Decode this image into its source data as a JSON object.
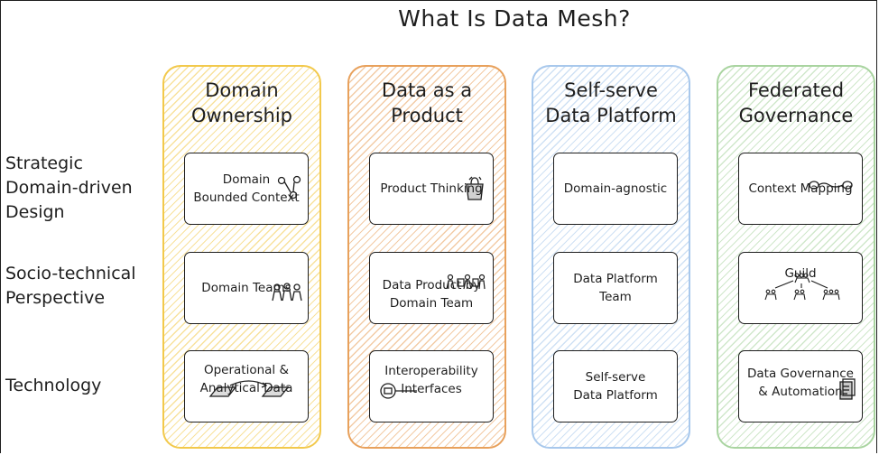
{
  "title": "What Is Data Mesh?",
  "rows": [
    {
      "label": "Strategic\nDomain-driven\nDesign"
    },
    {
      "label": "Socio-technical\nPerspective"
    },
    {
      "label": "Technology"
    }
  ],
  "columns": [
    {
      "title": "Domain\nOwnership",
      "color": "#f2c94c",
      "cards": [
        "Domain\nBounded Context",
        "Domain Teams",
        "Operational &\nAnalytical Data"
      ],
      "icons": [
        "graph-nodes-icon",
        "people-group-icon",
        "data-transfer-icon"
      ]
    },
    {
      "title": "Data as a\nProduct",
      "color": "#e8a15c",
      "cards": [
        "Product Thinking",
        "Data Product by\nDomain Team",
        "Interoperability\nInterfaces"
      ],
      "icons": [
        "shopping-bag-icon",
        "team-with-products-icon",
        "interface-plug-icon"
      ]
    },
    {
      "title": "Self-serve\nData Platform",
      "color": "#a8c8ec",
      "cards": [
        "Domain-agnostic",
        "Data Platform\nTeam",
        "Self-serve\nData Platform"
      ],
      "icons": [
        null,
        null,
        null
      ]
    },
    {
      "title": "Federated\nGovernance",
      "color": "#a9d4a0",
      "cards": [
        "Context Mapping",
        "Guild",
        "Data Governance\n& Automation"
      ],
      "icons": [
        "context-link-icon",
        "guild-hierarchy-icon",
        "document-stack-icon"
      ]
    }
  ]
}
